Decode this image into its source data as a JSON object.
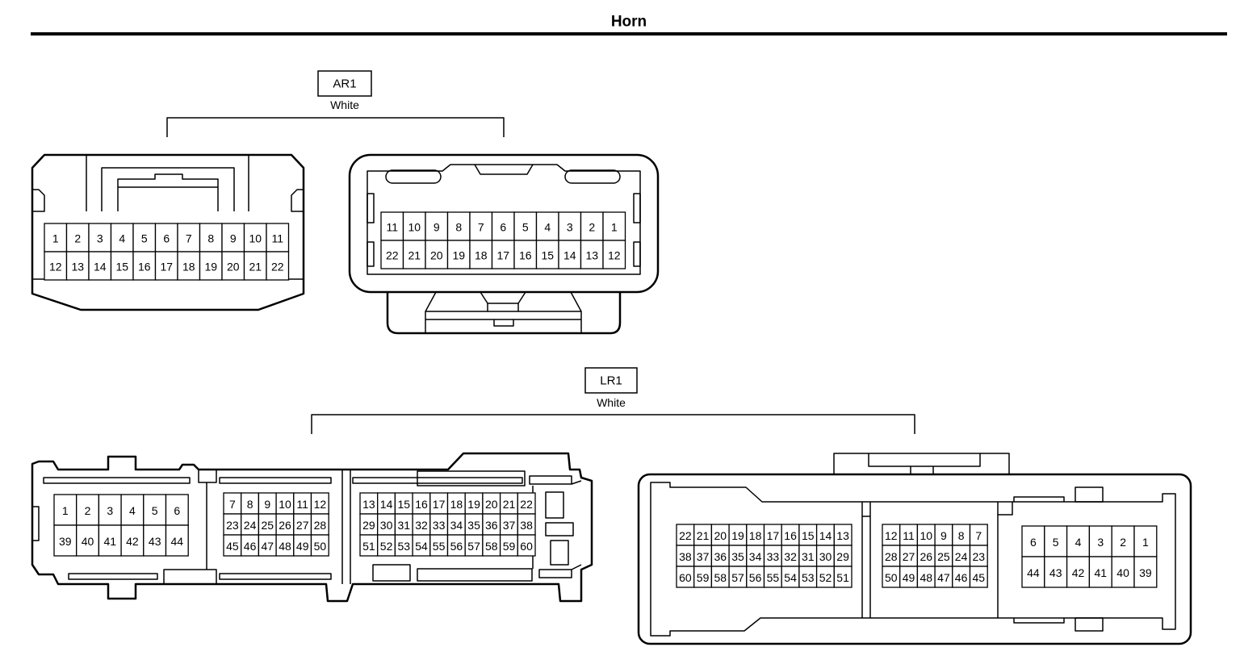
{
  "title": "Horn",
  "groups": [
    {
      "label": "AR1",
      "color": "White",
      "connectors": [
        {
          "pins": [
            [
              "1",
              "2",
              "3",
              "4",
              "5",
              "6",
              "7",
              "8",
              "9",
              "10",
              "11"
            ],
            [
              "12",
              "13",
              "14",
              "15",
              "16",
              "17",
              "18",
              "19",
              "20",
              "21",
              "22"
            ]
          ]
        },
        {
          "pins": [
            [
              "11",
              "10",
              "9",
              "8",
              "7",
              "6",
              "5",
              "4",
              "3",
              "2",
              "1"
            ],
            [
              "22",
              "21",
              "20",
              "19",
              "18",
              "17",
              "16",
              "15",
              "14",
              "13",
              "12"
            ]
          ]
        }
      ]
    },
    {
      "label": "LR1",
      "color": "White",
      "connectors": [
        {
          "blocks": [
            [
              [
                "1",
                "2",
                "3",
                "4",
                "5",
                "6"
              ],
              [
                "39",
                "40",
                "41",
                "42",
                "43",
                "44"
              ]
            ],
            [
              [
                "7",
                "8",
                "9",
                "10",
                "11",
                "12"
              ],
              [
                "23",
                "24",
                "25",
                "26",
                "27",
                "28"
              ],
              [
                "45",
                "46",
                "47",
                "48",
                "49",
                "50"
              ]
            ],
            [
              [
                "13",
                "14",
                "15",
                "16",
                "17",
                "18",
                "19",
                "20",
                "21",
                "22"
              ],
              [
                "29",
                "30",
                "31",
                "32",
                "33",
                "34",
                "35",
                "36",
                "37",
                "38"
              ],
              [
                "51",
                "52",
                "53",
                "54",
                "55",
                "56",
                "57",
                "58",
                "59",
                "60"
              ]
            ]
          ]
        },
        {
          "blocks": [
            [
              [
                "22",
                "21",
                "20",
                "19",
                "18",
                "17",
                "16",
                "15",
                "14",
                "13"
              ],
              [
                "38",
                "37",
                "36",
                "35",
                "34",
                "33",
                "32",
                "31",
                "30",
                "29"
              ],
              [
                "60",
                "59",
                "58",
                "57",
                "56",
                "55",
                "54",
                "53",
                "52",
                "51"
              ]
            ],
            [
              [
                "12",
                "11",
                "10",
                "9",
                "8",
                "7"
              ],
              [
                "28",
                "27",
                "26",
                "25",
                "24",
                "23"
              ],
              [
                "50",
                "49",
                "48",
                "47",
                "46",
                "45"
              ]
            ],
            [
              [
                "6",
                "5",
                "4",
                "3",
                "2",
                "1"
              ],
              [
                "44",
                "43",
                "42",
                "41",
                "40",
                "39"
              ]
            ]
          ]
        }
      ]
    }
  ]
}
